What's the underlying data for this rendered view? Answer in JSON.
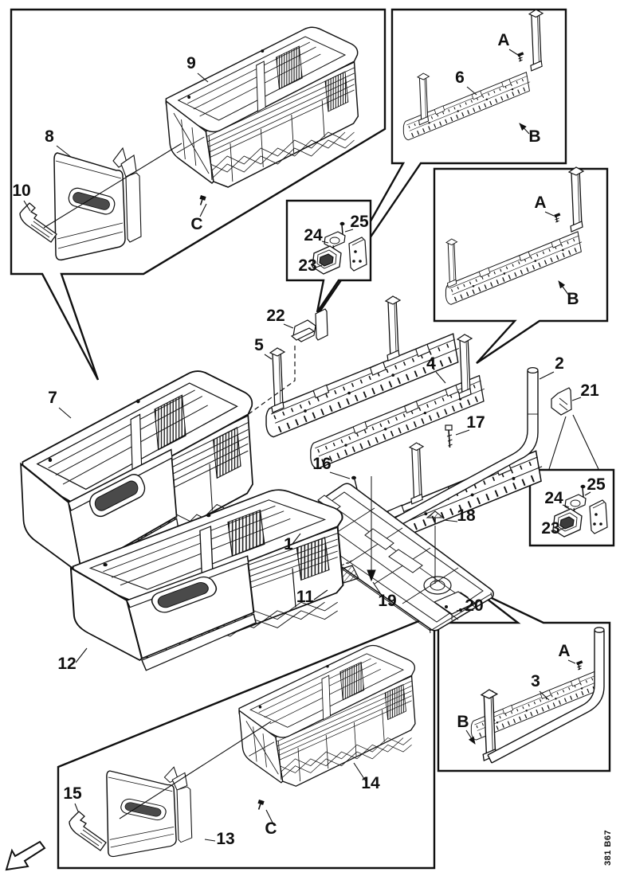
{
  "diagram": {
    "kind": "exploded-parts-line-diagram",
    "figure_code": "381 B67",
    "labels": {
      "n1": "1",
      "n2": "2",
      "n3": "3",
      "n4": "4",
      "n5": "5",
      "n6": "6",
      "n7": "7",
      "n8": "8",
      "n9": "9",
      "n10": "10",
      "n11": "11",
      "n12": "12",
      "n13": "13",
      "n14": "14",
      "n15": "15",
      "n16": "16",
      "n17": "17",
      "n18": "18",
      "n19": "19",
      "n20": "20",
      "n21": "21",
      "n22": "22",
      "n23": "23",
      "n24": "24",
      "n25": "25",
      "a": "A",
      "b": "B",
      "c": "C"
    }
  }
}
